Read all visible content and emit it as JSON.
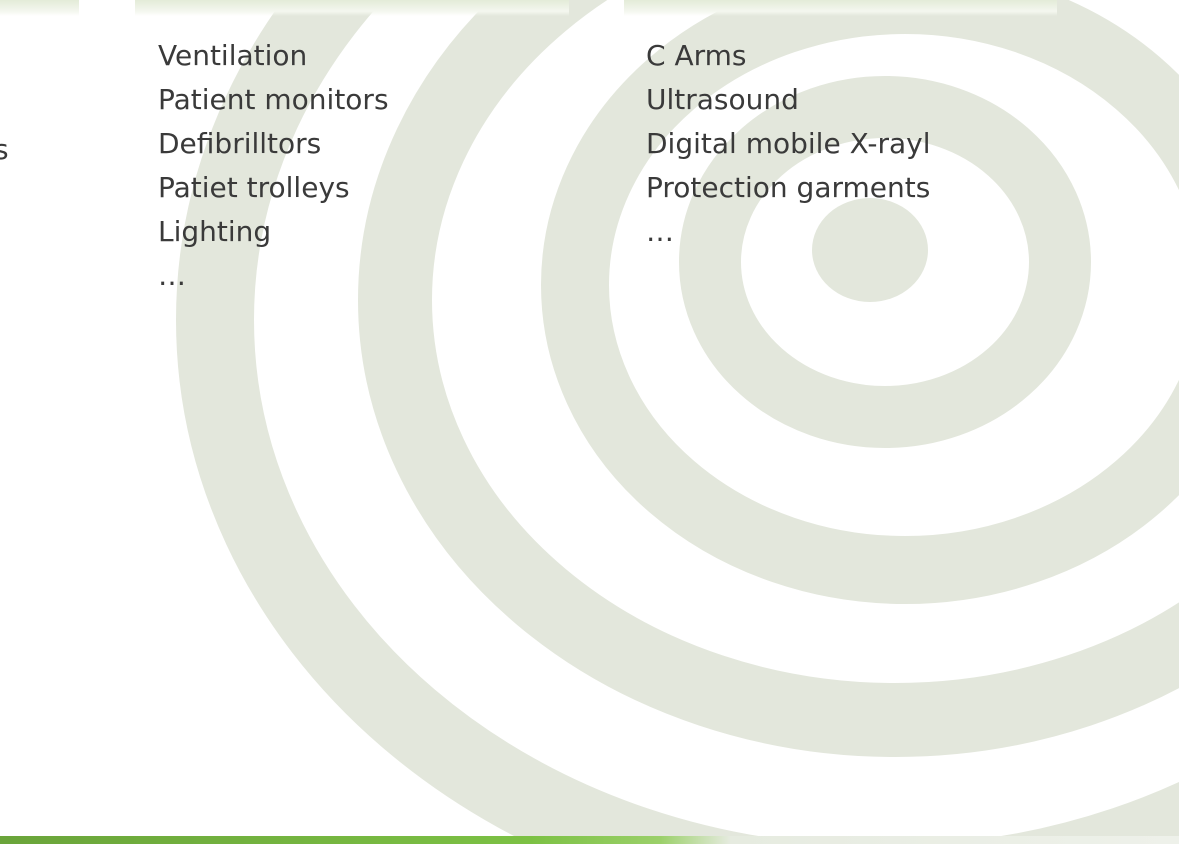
{
  "colors": {
    "background": "#ffffff",
    "swirl": "#e3e7dc",
    "accent_green": "#7cc144",
    "text": "#3a3a3a"
  },
  "left_edge": {
    "fragment": "s"
  },
  "column_left": {
    "items": [
      "Ventilation",
      "Patient monitors",
      "Defibrilltors",
      "Patiet trolleys",
      "Lighting",
      "…"
    ]
  },
  "column_right": {
    "items": [
      "C Arms",
      "Ultrasound",
      "Digital mobile X-rayl",
      "Protection garments",
      "…"
    ]
  }
}
